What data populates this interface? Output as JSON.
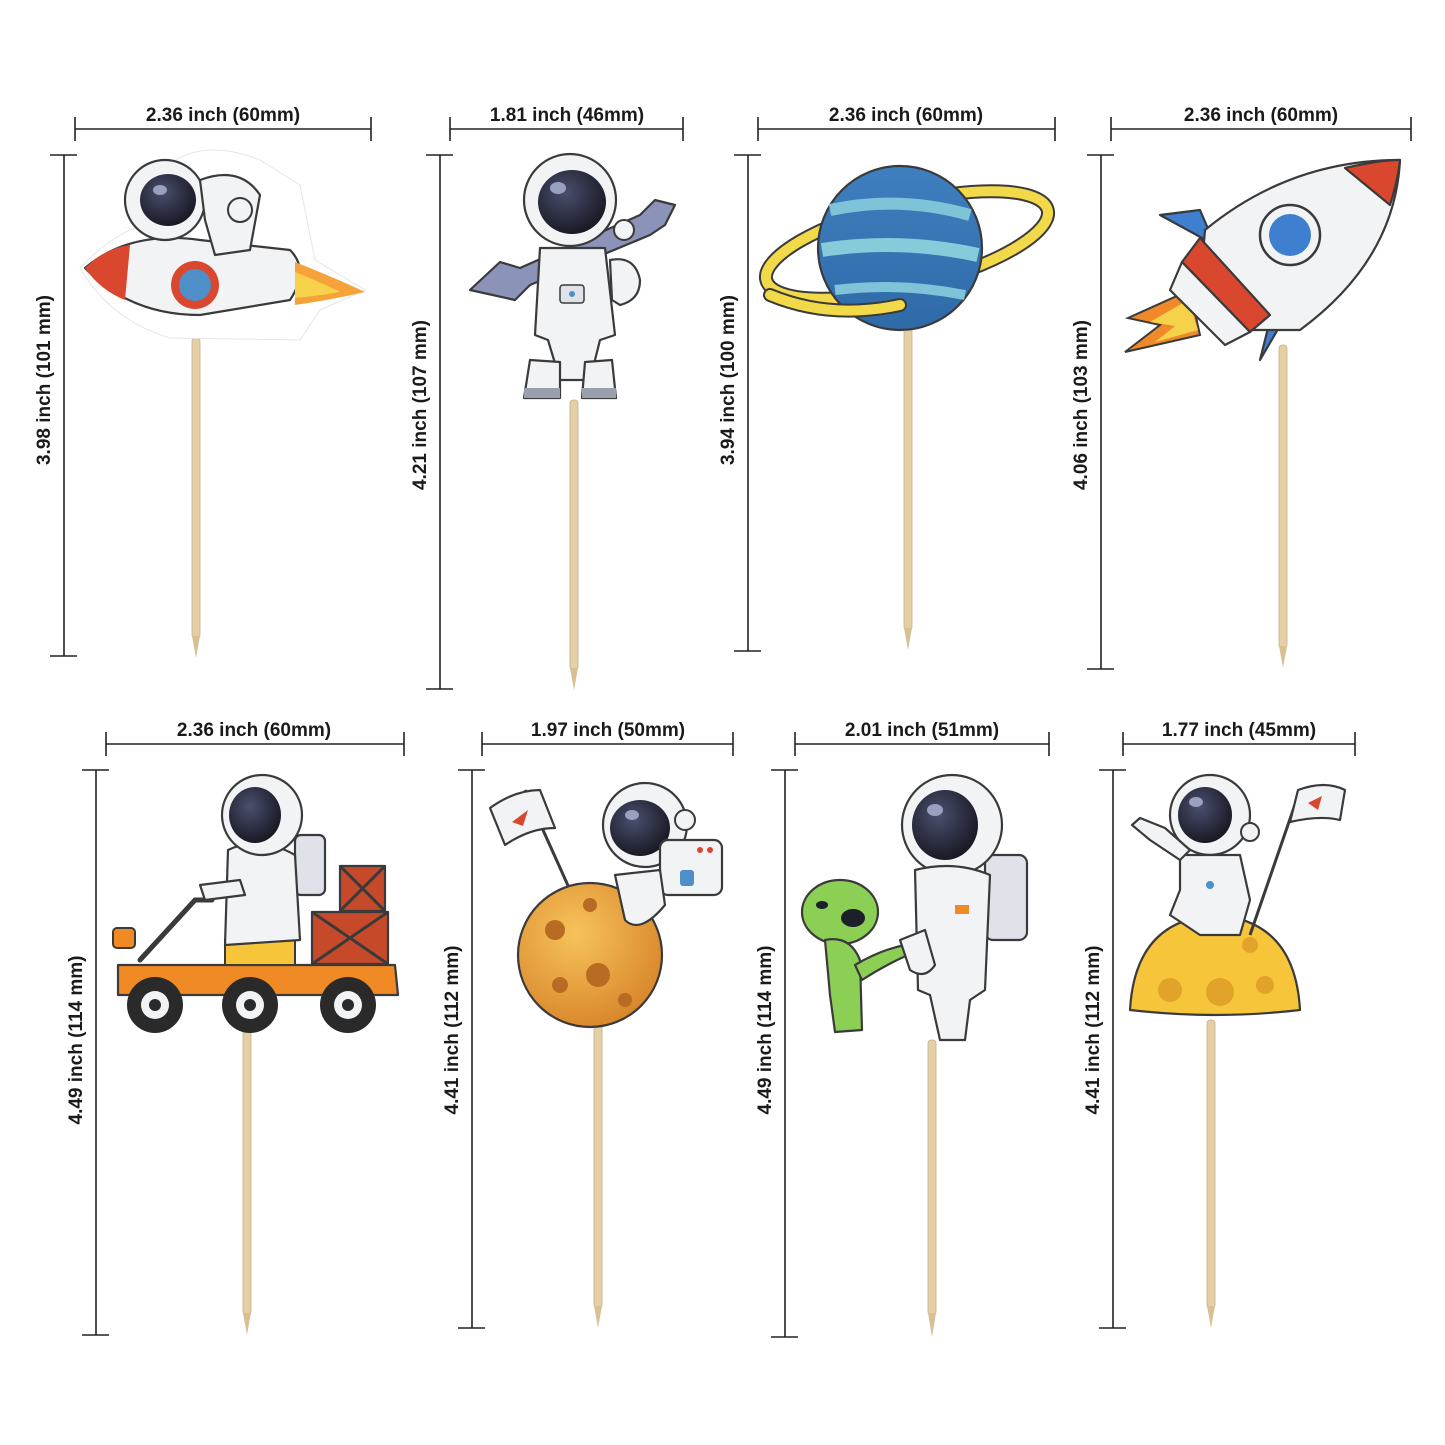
{
  "toppers": [
    {
      "name": "astronaut-riding-rocket",
      "width_label": "2.36 inch  (60mm)",
      "height_label": "3.98 inch  (101 mm)"
    },
    {
      "name": "astronaut-with-wrench",
      "width_label": "1.81 inch  (46mm)",
      "height_label": "4.21 inch  (107 mm)"
    },
    {
      "name": "ringed-planet",
      "width_label": "2.36 inch  (60mm)",
      "height_label": "3.94 inch  (100 mm)"
    },
    {
      "name": "rocket",
      "width_label": "2.36 inch  (60mm)",
      "height_label": "4.06 inch  (103 mm)"
    },
    {
      "name": "astronaut-driving-rover",
      "width_label": "2.36 inch  (60mm)",
      "height_label": "4.49 inch  (114 mm)"
    },
    {
      "name": "astronaut-on-moon-with-flag",
      "width_label": "1.97 inch  (50mm)",
      "height_label": "4.41 inch  (112 mm)"
    },
    {
      "name": "astronaut-with-alien",
      "width_label": "2.01 inch  (51mm)",
      "height_label": "4.49 inch  (114 mm)"
    },
    {
      "name": "astronaut-pointing-on-moon",
      "width_label": "1.77 inch  (45mm)",
      "height_label": "4.41 inch  (112 mm)"
    }
  ],
  "colors": {
    "rocket_red": "#d9472f",
    "visor_black": "#1d1f2b",
    "suit_white": "#f2f3f5",
    "planet_blue": "#4f8fc9",
    "ring_yellow": "#f1d94a",
    "moon_orange": "#e69b2f",
    "moon_yellow": "#f6c53a",
    "rover_orange": "#f08a24",
    "alien_green": "#8ccf55",
    "stick_wood": "#e4cfa6"
  }
}
